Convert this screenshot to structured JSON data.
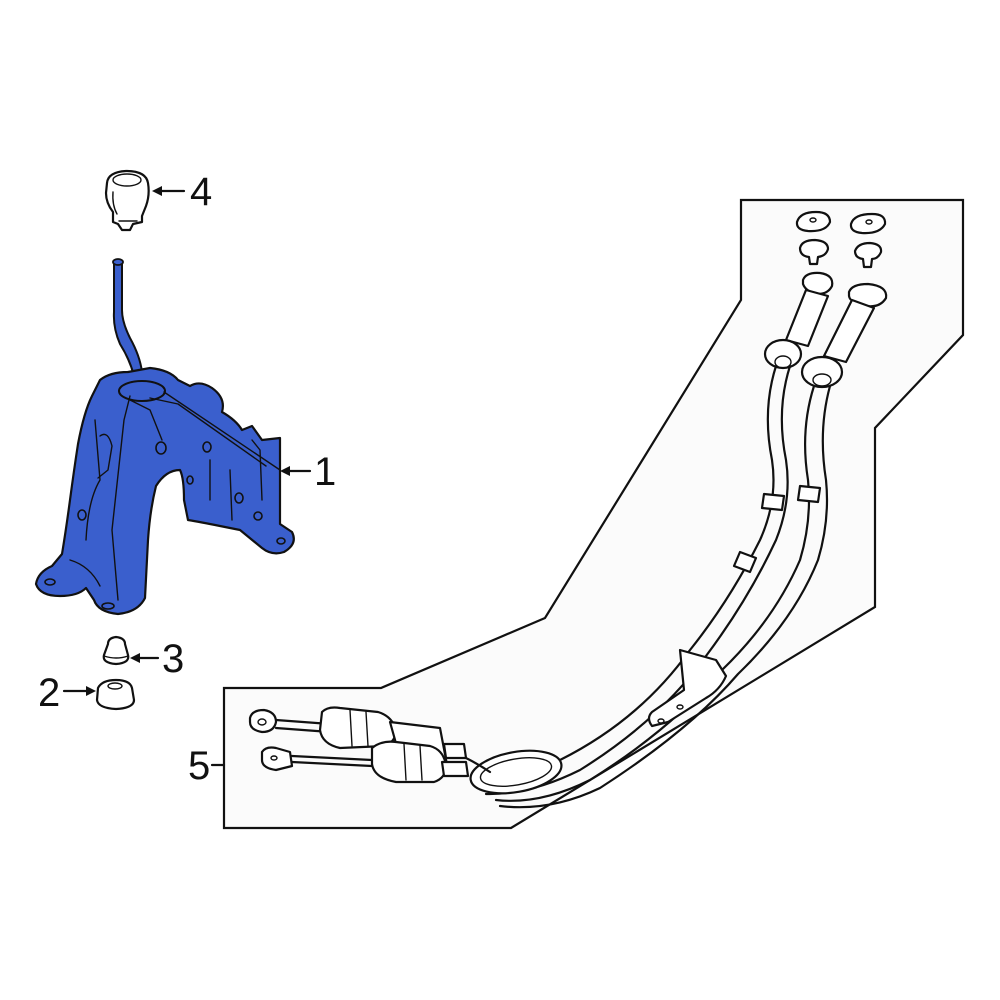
{
  "diagram": {
    "type": "exploded parts diagram",
    "highlight_color": "#3a5fcd",
    "outline_color": "#111111",
    "background_color": "#ffffff",
    "panel_color": "#fbfbfb"
  },
  "callouts": [
    {
      "number": "1",
      "part": "shifter-assembly (highlighted)",
      "highlighted": true
    },
    {
      "number": "2",
      "part": "bushing",
      "highlighted": false
    },
    {
      "number": "3",
      "part": "bushing-insert",
      "highlighted": false
    },
    {
      "number": "4",
      "part": "shift-knob",
      "highlighted": false
    },
    {
      "number": "5",
      "part": "shift-control-cables",
      "highlighted": false
    }
  ],
  "labels": {
    "c1": "1",
    "c2": "2",
    "c3": "3",
    "c4": "4",
    "c5": "5"
  }
}
